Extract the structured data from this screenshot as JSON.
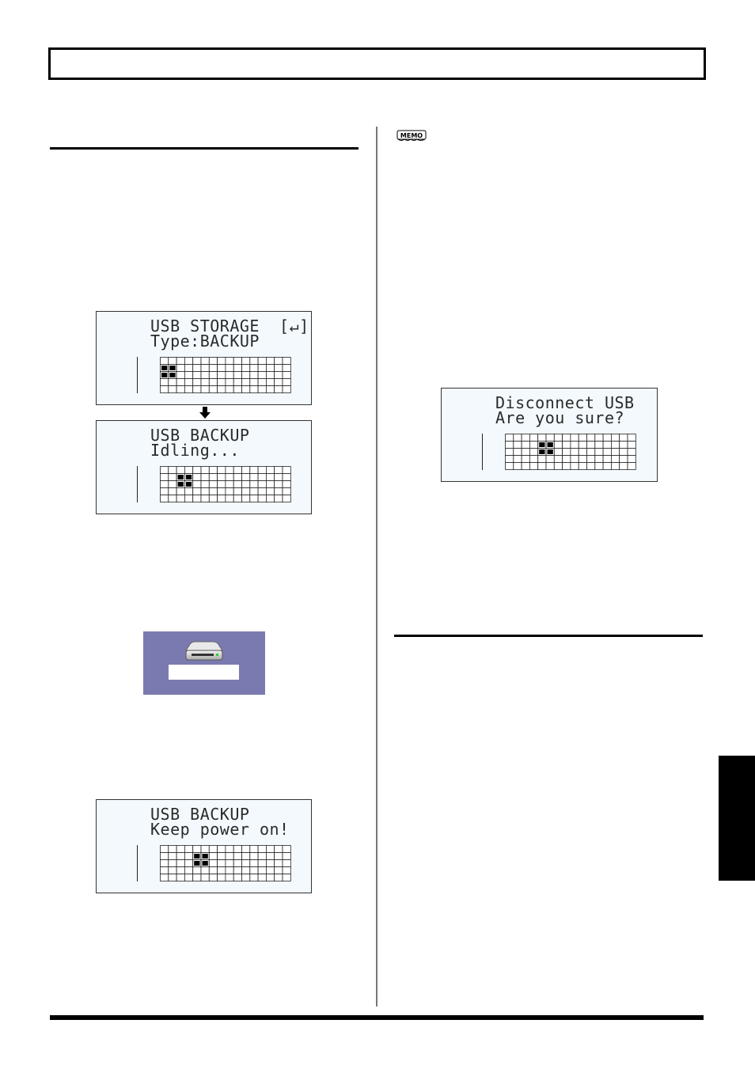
{
  "memo_icon": {
    "icon": "memo-icon",
    "label": "MEMO"
  },
  "lcd_screens": [
    {
      "line1": "USB STORAGE  [↵]",
      "line2": "Type:BACKUP",
      "cursor_col": [
        0,
        1
      ]
    },
    {
      "line1": "USB BACKUP",
      "line2": "Idling...",
      "cursor_col": [
        2,
        3
      ]
    },
    {
      "line1": "USB BACKUP",
      "line2": "Keep power on!",
      "cursor_col": [
        4,
        5
      ]
    },
    {
      "line1": "Disconnect USB",
      "line2": "Are you sure?",
      "cursor_col": [
        4,
        5
      ]
    }
  ],
  "arrow_icon": "arrow-down-icon",
  "drive_icon": {
    "icon": "removable-drive-icon",
    "label": ""
  }
}
